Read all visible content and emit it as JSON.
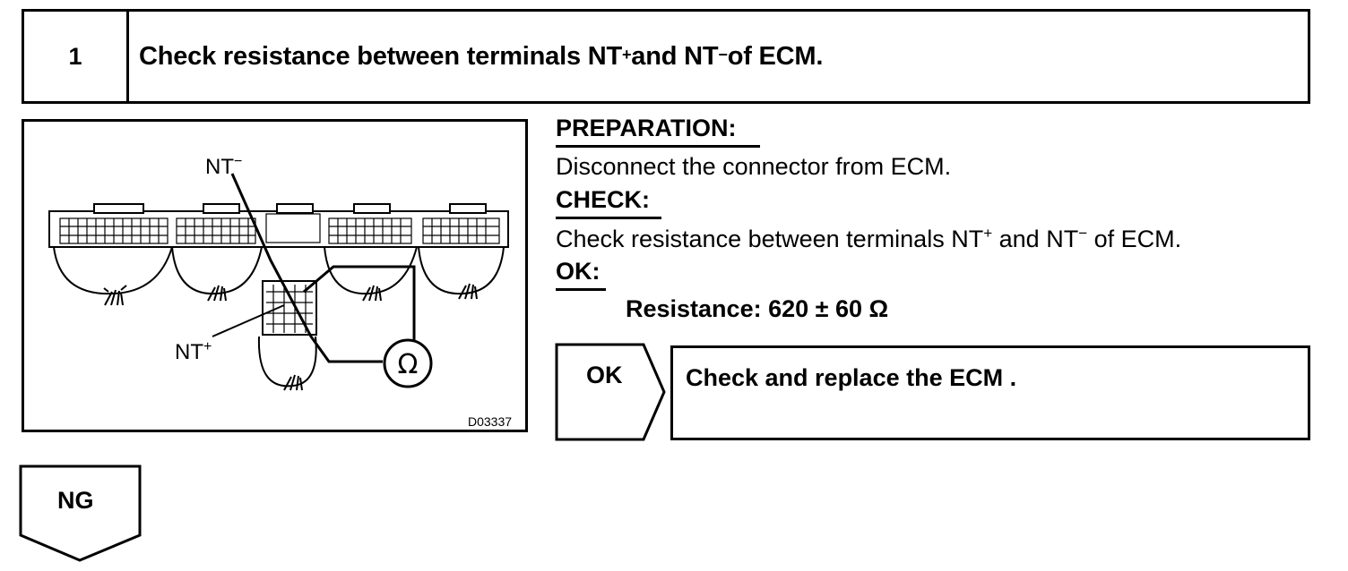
{
  "step": {
    "number": "1",
    "title_part1": "Check resistance between terminals NT",
    "title_sup1": "+",
    "title_part2": " and NT",
    "title_sup2": "−",
    "title_part3": " of ECM."
  },
  "figure": {
    "label_nt_minus": "NT",
    "label_nt_minus_sup": "−",
    "label_nt_plus": "NT",
    "label_nt_plus_sup": "+",
    "ohm_symbol": "Ω",
    "figure_code": "D03337"
  },
  "instructions": {
    "preparation_heading": "PREPARATION:",
    "preparation_text": "Disconnect the connector from ECM.",
    "check_heading": "CHECK:",
    "check_text_part1": "Check resistance between terminals NT",
    "check_text_sup1": "+",
    "check_text_part2": " and NT",
    "check_text_sup2": "−",
    "check_text_part3": " of ECM.",
    "ok_heading": "OK:",
    "resistance_label": "Resistance: 620 ± 60 Ω"
  },
  "results": {
    "ok_label": "OK",
    "ok_action": "Check and replace the ECM .",
    "ng_label": "NG"
  }
}
